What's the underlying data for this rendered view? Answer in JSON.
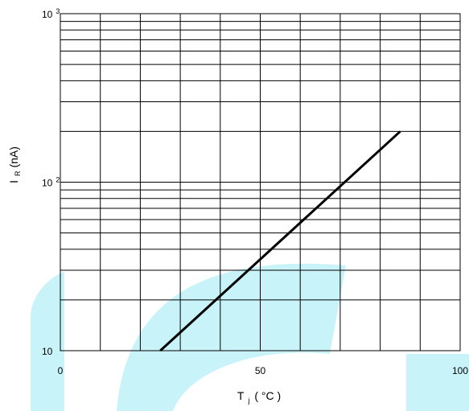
{
  "chart_data": {
    "type": "line",
    "xlabel": {
      "main": "T",
      "sub": "j",
      "unit": "( °C )"
    },
    "ylabel": {
      "main": "I",
      "sub": "R",
      "unit": "(nA)"
    },
    "xlim": [
      0,
      100
    ],
    "ylim": [
      10,
      1000
    ],
    "y_scale": "log",
    "grid": true,
    "x_ticks": [
      "0",
      "50",
      "100"
    ],
    "y_ticks": [
      {
        "value": 10,
        "base": "10",
        "exp": ""
      },
      {
        "value": 100,
        "base": "10",
        "exp": "2"
      },
      {
        "value": 1000,
        "base": "10",
        "exp": "3"
      }
    ],
    "series": [
      {
        "x": [
          25,
          85
        ],
        "y": [
          10,
          200
        ]
      }
    ]
  },
  "colors": {
    "grid": "#000000",
    "line": "#000000",
    "watermark": "#c8f3f9"
  }
}
